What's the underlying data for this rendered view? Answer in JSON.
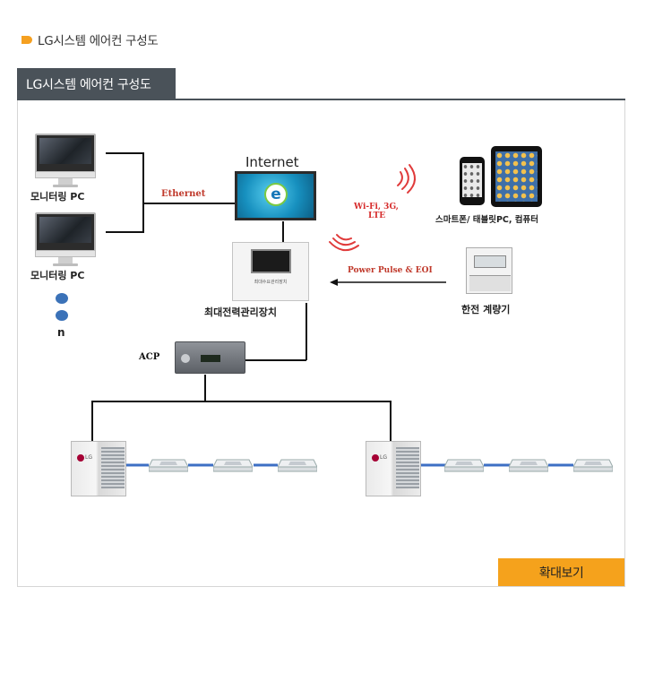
{
  "breadcrumb": {
    "title": "LG시스템 에어컨 구성도"
  },
  "tab": {
    "label": "LG시스템 에어컨 구성도"
  },
  "diagram": {
    "monitor_label_1": "모니터링 PC",
    "monitor_label_2": "모니터링 PC",
    "n_label": "n",
    "ethernet_label": "Ethernet",
    "internet_label": "Internet",
    "wifi_label_1": "Wi-Fi, 3G,",
    "wifi_label_2": "LTE",
    "devices_label": "스마트폰/ 태블릿PC, 컴퓨터",
    "power_pulse_label": "Power Pulse & EOI",
    "controller_label": "최대전력관리장치",
    "meter_label": "한전 계량기",
    "acp_label": "ACP",
    "controller_screen_text": "최대수요관리장치",
    "odu_brand": "LG"
  },
  "colors": {
    "accent": "#f5a21c",
    "tab_bg": "#4a5259",
    "wifi": "#e03b3b",
    "pipe": "#3d6fc4",
    "node": "#3b72b8"
  },
  "zoom_button": {
    "label": "확대보기"
  }
}
